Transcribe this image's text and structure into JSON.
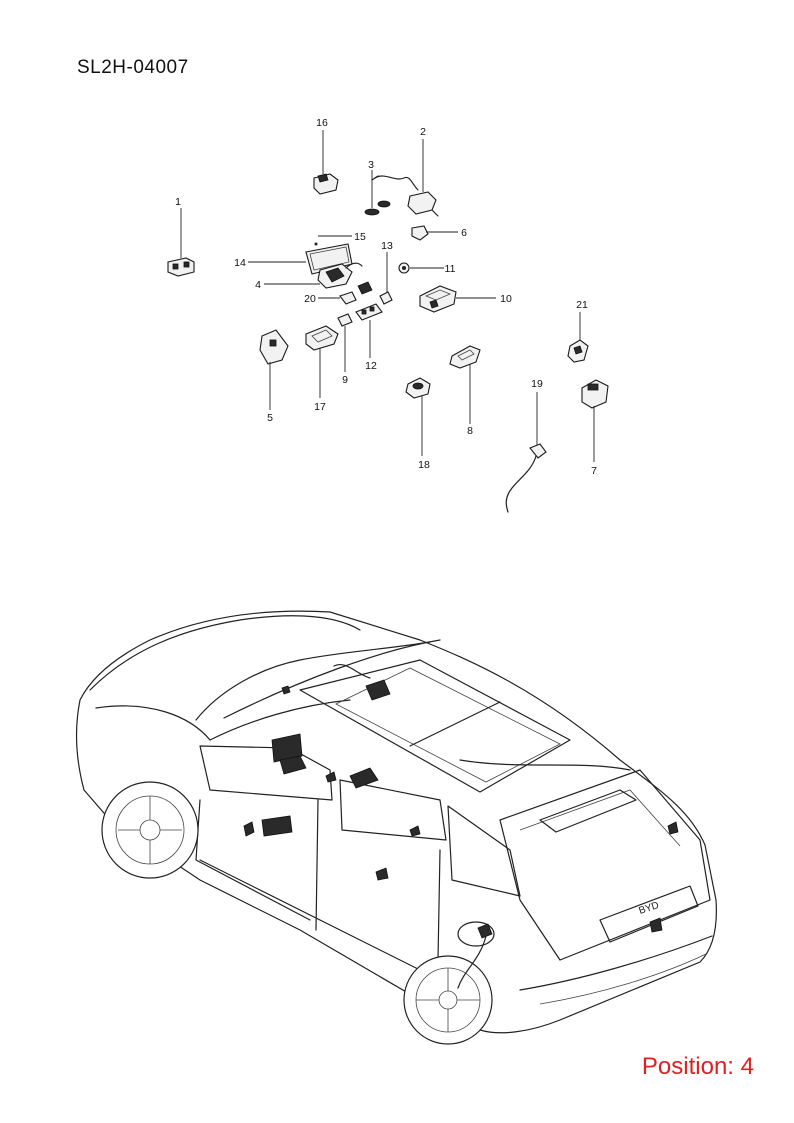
{
  "document": {
    "code": "SL2H-04007",
    "position_label": "Position: 4",
    "position_color": "#e02020"
  },
  "callouts": [
    {
      "id": "1",
      "label": "1"
    },
    {
      "id": "2",
      "label": "2"
    },
    {
      "id": "3",
      "label": "3"
    },
    {
      "id": "4",
      "label": "4"
    },
    {
      "id": "5",
      "label": "5"
    },
    {
      "id": "6",
      "label": "6"
    },
    {
      "id": "7",
      "label": "7"
    },
    {
      "id": "8",
      "label": "8"
    },
    {
      "id": "9",
      "label": "9"
    },
    {
      "id": "10",
      "label": "10"
    },
    {
      "id": "11",
      "label": "11"
    },
    {
      "id": "12",
      "label": "12"
    },
    {
      "id": "13",
      "label": "13"
    },
    {
      "id": "14",
      "label": "14"
    },
    {
      "id": "15",
      "label": "15"
    },
    {
      "id": "16",
      "label": "16"
    },
    {
      "id": "17",
      "label": "17"
    },
    {
      "id": "18",
      "label": "18"
    },
    {
      "id": "19",
      "label": "19"
    },
    {
      "id": "20",
      "label": "20"
    },
    {
      "id": "21",
      "label": "21"
    }
  ],
  "vehicle": {
    "badge": "BYD"
  }
}
